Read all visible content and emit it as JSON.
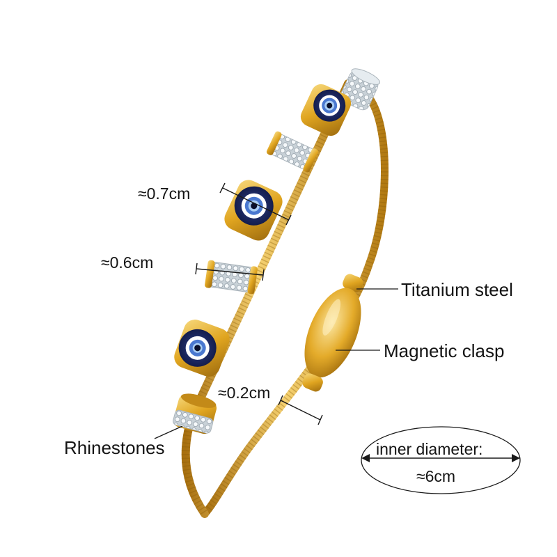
{
  "product": {
    "colors": {
      "gold": "#e0a520",
      "gold_light": "#f6d272",
      "gold_dark": "#a87010",
      "eye_dark_blue": "#1c2a66",
      "eye_mid_blue": "#4a78d0",
      "eye_light_blue": "#a9cdf3",
      "rhinestone": "#e8eef2",
      "text": "#141414"
    }
  },
  "annotations": {
    "bead_size": "≈0.7cm",
    "spacer_size": "≈0.6cm",
    "wire_thickness": "≈0.2cm",
    "material": "Titanium steel",
    "clasp": "Magnetic clasp",
    "stones": "Rhinestones",
    "inner_diameter_label": "inner diameter:",
    "inner_diameter_value": "≈6cm"
  }
}
